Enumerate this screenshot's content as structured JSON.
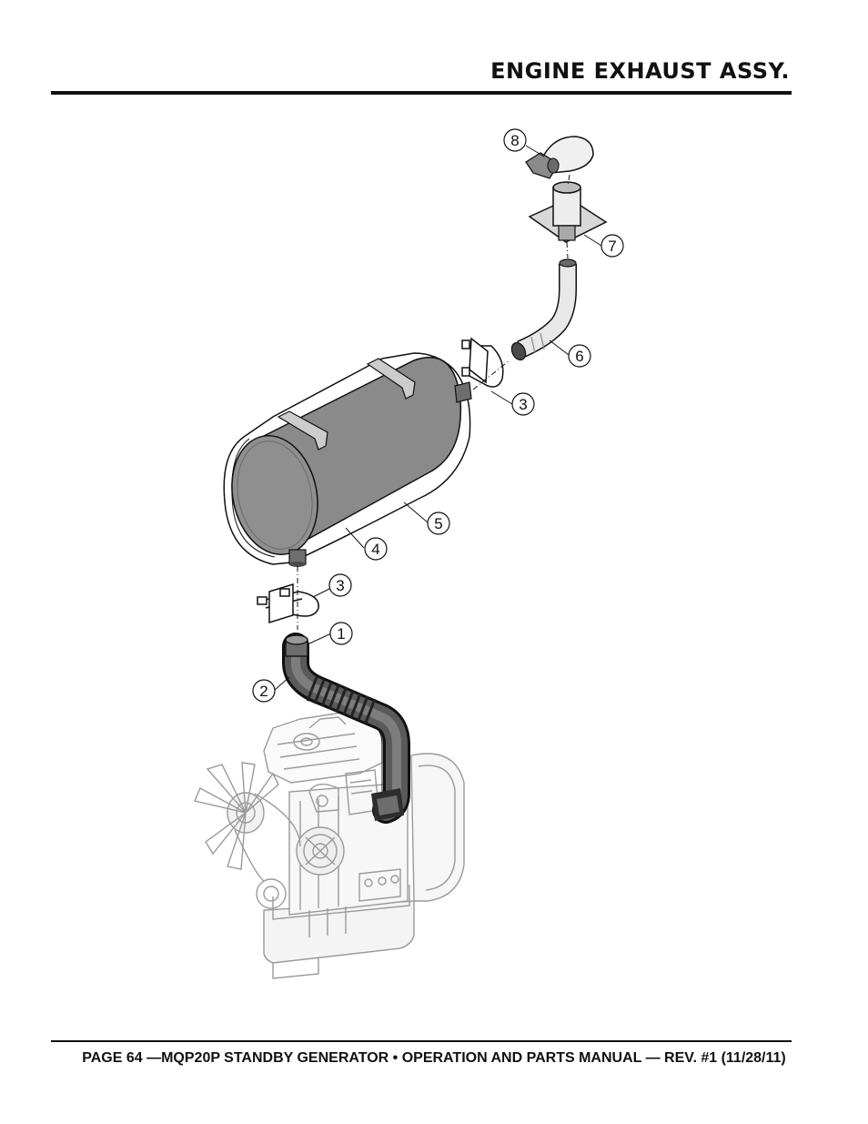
{
  "header": {
    "title": "ENGINE EXHAUST ASSY."
  },
  "callouts": [
    {
      "label": "8"
    },
    {
      "label": "7"
    },
    {
      "label": "6"
    },
    {
      "label": "3"
    },
    {
      "label": "5"
    },
    {
      "label": "4"
    },
    {
      "label": "3"
    },
    {
      "label": "1"
    },
    {
      "label": "2"
    }
  ],
  "footer": {
    "text": "PAGE 64 —MQP20P STANDBY GENERATOR • OPERATION AND PARTS MANUAL — REV. #1 (11/28/11)"
  },
  "colors": {
    "muffler": "#8a8a8a",
    "pipe": "#555555",
    "engine": "#9a9a9a",
    "ink": "#111111"
  }
}
